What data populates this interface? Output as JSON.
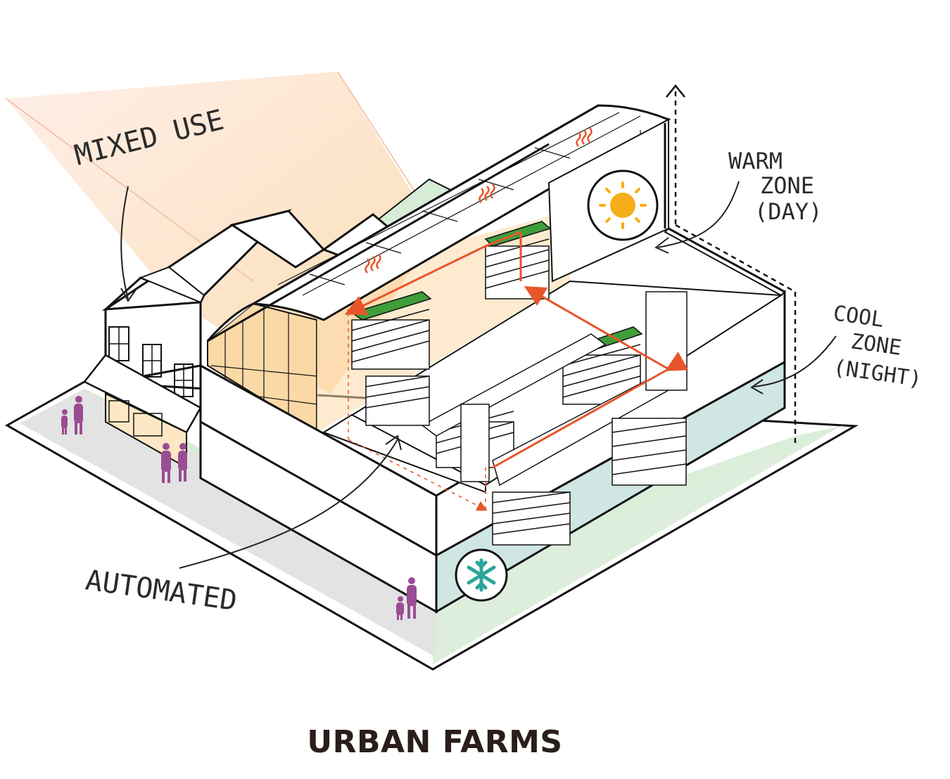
{
  "title": "URBAN FARMS",
  "labels": {
    "mixed_use": "MIXED USE",
    "warm_zone": [
      "WARM",
      "ZONE",
      "(DAY)"
    ],
    "cool_zone": [
      "COOL",
      "ZONE",
      "(NIGHT)"
    ],
    "automated": "AUTOMATED"
  },
  "icons": {
    "sun": "sun-icon",
    "snowflake": "snowflake-icon",
    "heat": "heat-wave-icon"
  },
  "colors": {
    "flow_arrow": "#e8552b",
    "greenhouse_fill": "#fbd9a7",
    "sidewalk_green": "#d7ecd6",
    "cool_zone_fill": "#cfe6e3",
    "people": "#9a4d93",
    "sun": "#f6ae1a",
    "snowflake": "#2aa59b",
    "plants": "#3f9d3a",
    "title": "#2a1e1a"
  }
}
